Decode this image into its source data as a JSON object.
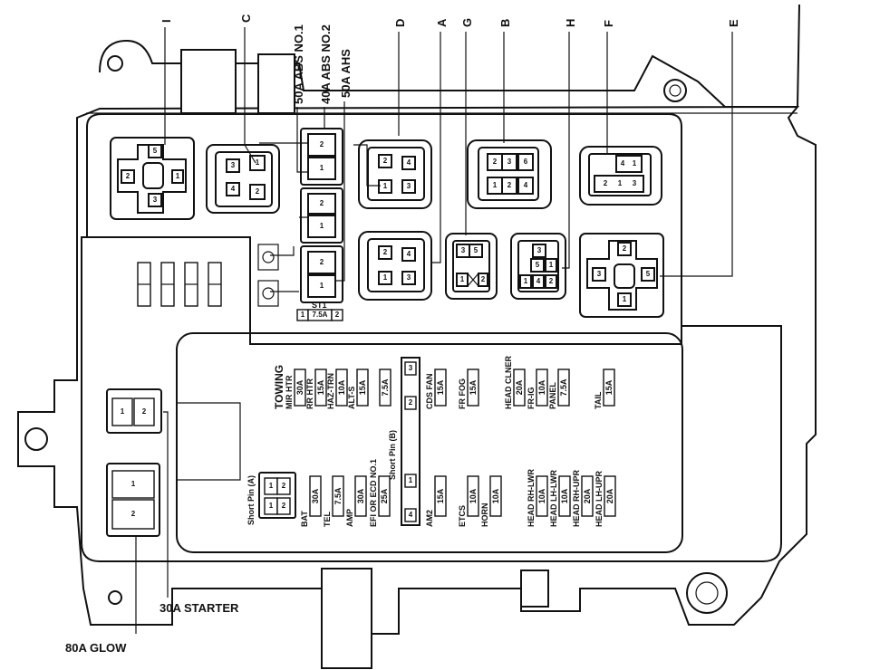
{
  "callouts_top": {
    "I": "I",
    "C": "C",
    "abs1": "50A ABS NO.1",
    "abs2": "40A ABS NO.2",
    "ahs": "50A AHS",
    "D": "D",
    "A": "A",
    "G": "G",
    "B": "B",
    "H": "H",
    "F": "F",
    "E": "E"
  },
  "callouts_bottom": {
    "starter": "30A STARTER",
    "glow": "80A GLOW"
  },
  "relay_pins": {
    "p1": "1",
    "p2": "2",
    "p3": "3",
    "p4": "4",
    "p5": "5",
    "p6": "6"
  },
  "st1": {
    "name": "ST1",
    "left": "1",
    "value": "7.5A",
    "right": "2"
  },
  "short_pin_a": {
    "label": "Short Pin (A)",
    "p1": "1",
    "p2": "2"
  },
  "short_pin_b": {
    "label": "Short Pin (B)",
    "p1": "1",
    "p2": "2",
    "p3": "3",
    "p4": "4"
  },
  "towing": "TOWING",
  "upper_fuses": [
    {
      "name": "MIR HTR",
      "amp": "30A"
    },
    {
      "name": "RR HTR",
      "amp": "15A"
    },
    {
      "name": "HAZ-TRN",
      "amp": "10A"
    },
    {
      "name": "ALT-S",
      "amp": "15A"
    },
    {
      "name": "",
      "amp": "7.5A"
    },
    {
      "name": "CDS FAN",
      "amp": "15A"
    },
    {
      "name": "FR FOG",
      "amp": "15A"
    },
    {
      "name": "HEAD CLNER",
      "amp": "20A"
    },
    {
      "name": "FR-IG",
      "amp": "10A"
    },
    {
      "name": "PANEL",
      "amp": "7.5A"
    },
    {
      "name": "TAIL",
      "amp": "15A"
    }
  ],
  "lower_fuses": [
    {
      "name": "BAT",
      "amp": "30A"
    },
    {
      "name": "TEL",
      "amp": "7.5A"
    },
    {
      "name": "AMP",
      "amp": "30A"
    },
    {
      "name": "EFI OR ECD NO.1",
      "amp": "25A"
    },
    {
      "name": "AM2",
      "amp": "15A"
    },
    {
      "name": "ETCS",
      "amp": "10A"
    },
    {
      "name": "HORN",
      "amp": "10A"
    },
    {
      "name": "HEAD RH-LWR",
      "amp": "10A"
    },
    {
      "name": "HEAD LH-LWR",
      "amp": "10A"
    },
    {
      "name": "HEAD RH-UPR",
      "amp": "20A"
    },
    {
      "name": "HEAD LH-UPR",
      "amp": "20A"
    }
  ]
}
